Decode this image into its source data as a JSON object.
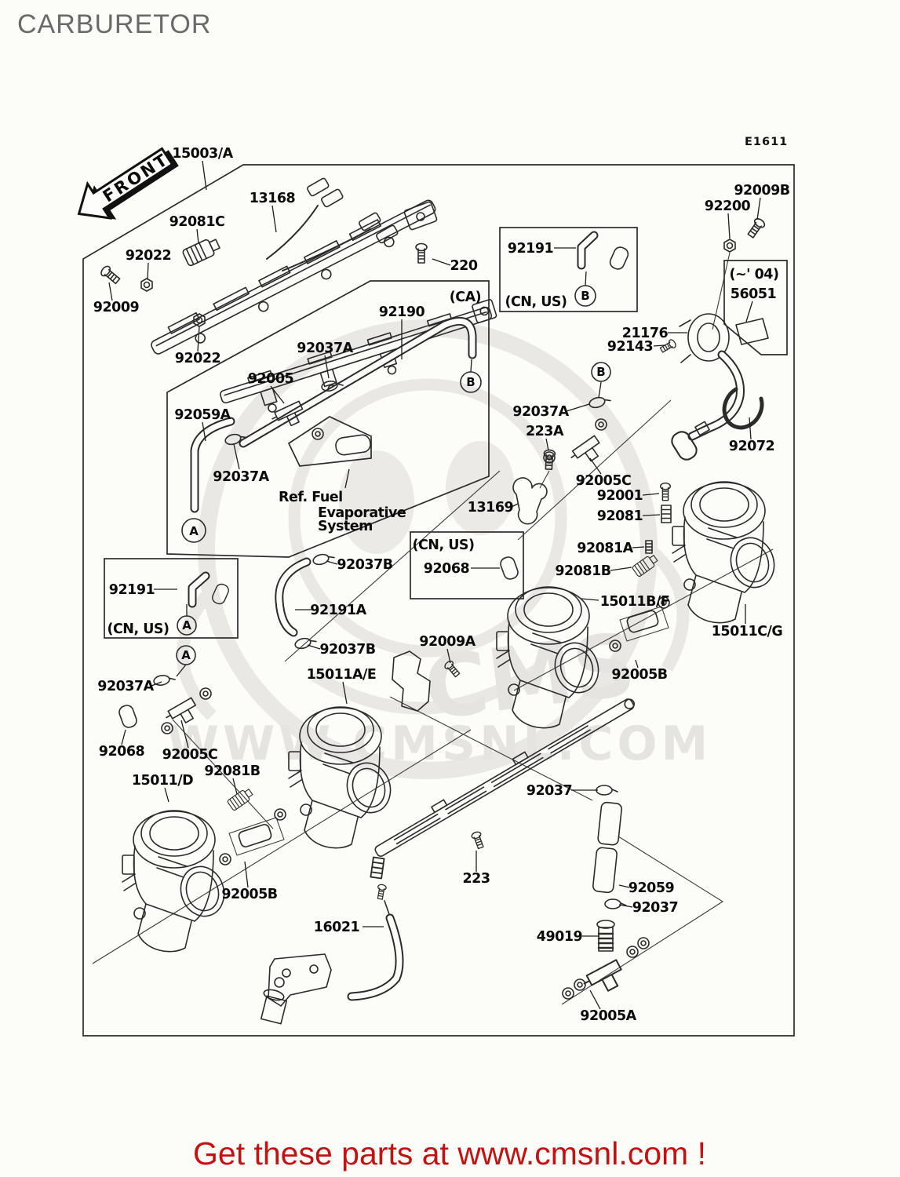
{
  "page": {
    "title": "CARBURETOR",
    "diagram_code": "E1611",
    "footer": "Get these parts at www.cmsnl.com !"
  },
  "watermark": {
    "brand": "CMS",
    "domain": "WWW.CMSNL.COM"
  },
  "front_marker": "FRONT",
  "ref_note": {
    "line1": "Ref. Fuel",
    "line2": "Evaporative",
    "line3": "System"
  },
  "callouts": {
    "a": "A",
    "b": "B"
  },
  "regions": {
    "ca": "(CA)",
    "cn_us": "(CN, US)",
    "up_to_04": "(~' 04)"
  },
  "parts": {
    "p15003a": "15003/A",
    "p13168": "13168",
    "p92081c": "92081C",
    "p92022": "92022",
    "p92009": "92009",
    "p220": "220",
    "p92190": "92190",
    "p92037a": "92037A",
    "p92005": "92005",
    "p92059a": "92059A",
    "p92191": "92191",
    "p92200": "92200",
    "p92009b": "92009B",
    "p56051": "56051",
    "p21176": "21176",
    "p92143": "92143",
    "p92072": "92072",
    "p223a": "223A",
    "p92005c": "92005C",
    "p92001": "92001",
    "p92081": "92081",
    "p92081a": "92081A",
    "p92081b": "92081B",
    "p13169": "13169",
    "p92068": "92068",
    "p15011bf": "15011B/F",
    "p15011cg": "15011C/G",
    "p92005b": "92005B",
    "p92009a": "92009A",
    "p92037b": "92037B",
    "p92191a": "92191A",
    "p15011ae": "15011A/E",
    "p15011d": "15011/D",
    "p16021": "16021",
    "p223": "223",
    "p92037": "92037",
    "p92059": "92059",
    "p49019": "49019",
    "p92005a": "92005A"
  }
}
